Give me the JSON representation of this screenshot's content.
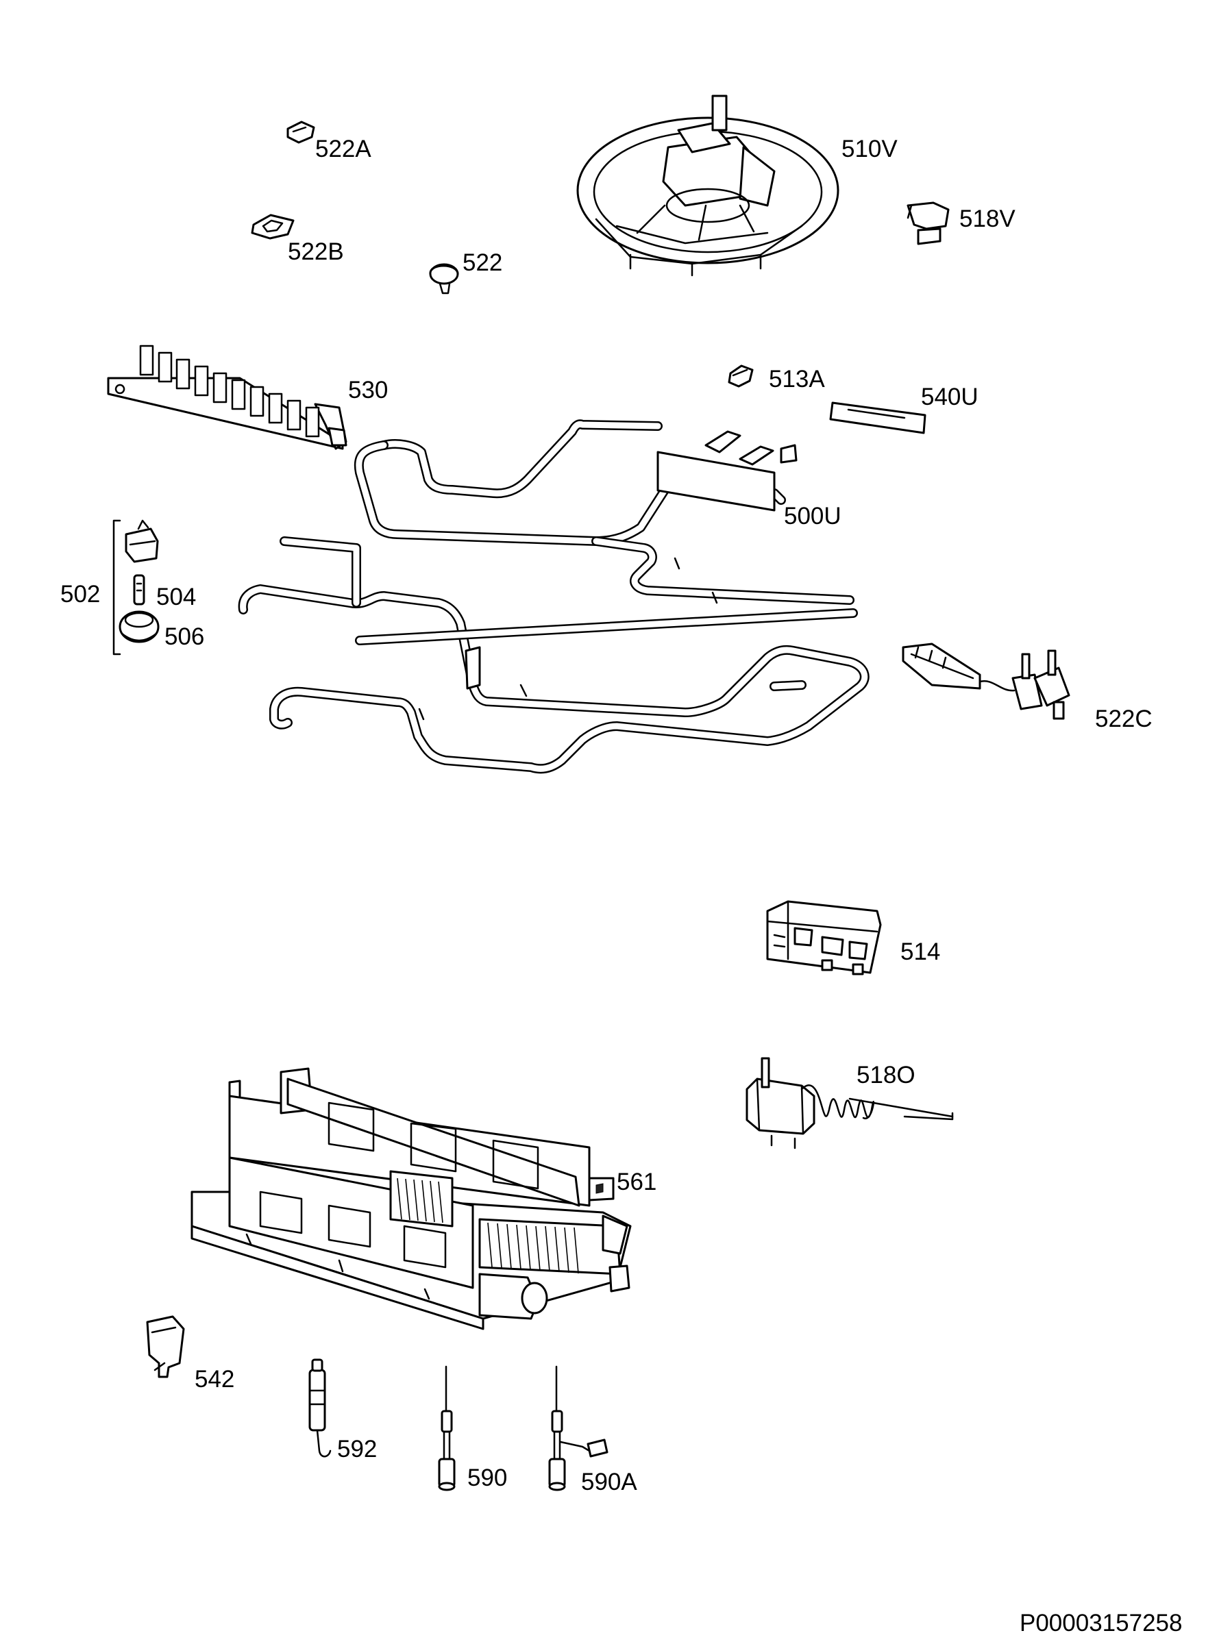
{
  "labels": {
    "p522A": "522A",
    "p522B": "522B",
    "p522": "522",
    "p510V": "510V",
    "p518V": "518V",
    "p530": "530",
    "p513A": "513A",
    "p540U": "540U",
    "p500U": "500U",
    "p502": "502",
    "p504": "504",
    "p506": "506",
    "p522C": "522C",
    "p514": "514",
    "p518O": "518O",
    "p561": "561",
    "p542": "542",
    "p592": "592",
    "p590": "590",
    "p590A": "590A"
  },
  "document_id": "P00003157258"
}
